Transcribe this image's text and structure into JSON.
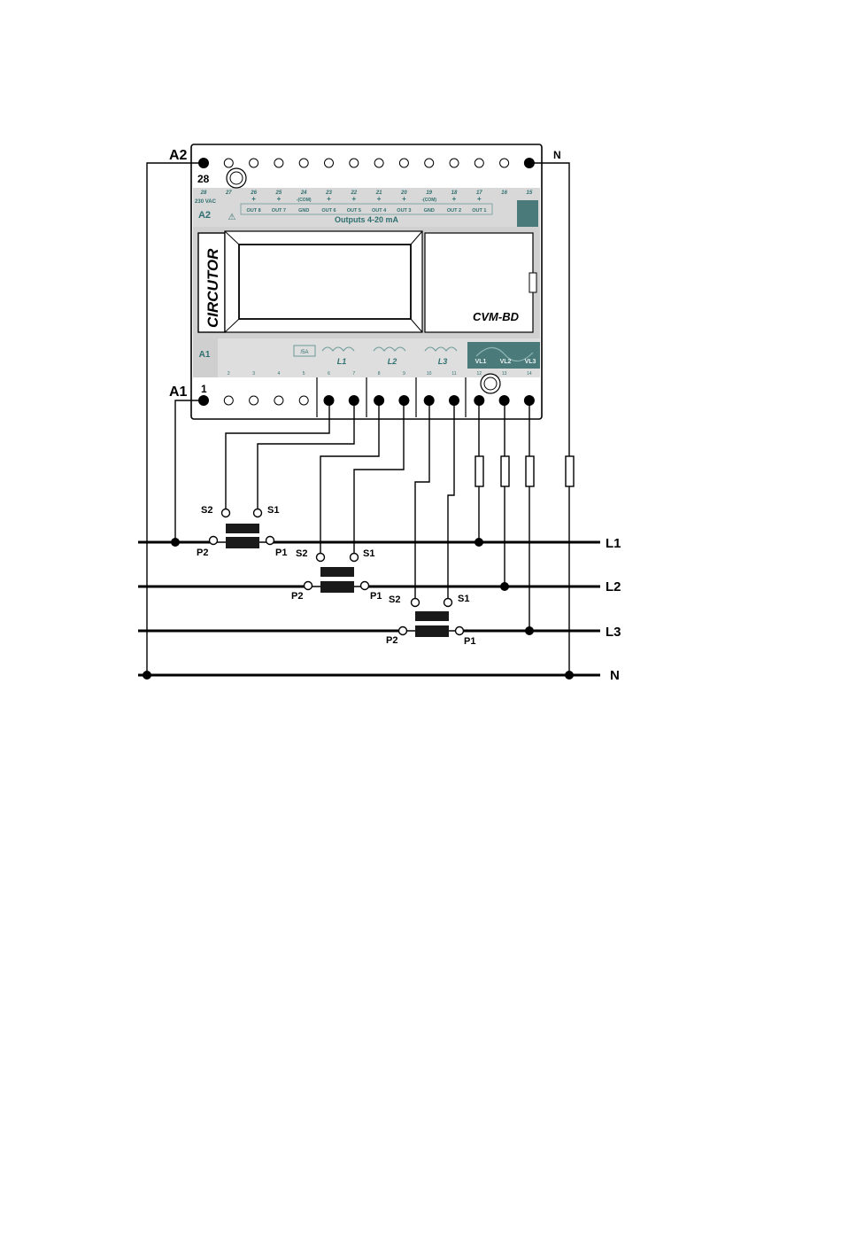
{
  "device": {
    "model": "CVM-BD",
    "brand": "CIRCUTOR",
    "top_terminal_nums": [
      "28",
      "27",
      "26",
      "25",
      "24",
      "23",
      "22",
      "21",
      "20",
      "19",
      "18",
      "17",
      "16",
      "15"
    ],
    "top_terminal_signs": [
      "",
      "",
      "+",
      "+",
      "-(COM)",
      "+",
      "+",
      "+",
      "+",
      "-(COM)",
      "+",
      "+",
      "",
      ""
    ],
    "top_terminal_names": [
      "",
      "",
      "OUT 8",
      "OUT 7",
      "GND",
      "OUT 6",
      "OUT 5",
      "OUT 4",
      "OUT 3",
      "GND",
      "OUT 2",
      "OUT 1",
      "",
      ""
    ],
    "supply_label": "230 VAC",
    "supply_terminal_label": "A2",
    "outputs_title": "Outputs 4-20 mA",
    "bottom_supply_label": "A1",
    "bottom_terminal_nums": [
      "1",
      "2",
      "3",
      "4",
      "5",
      "6",
      "7",
      "8",
      "9",
      "10",
      "11",
      "12",
      "13",
      "14"
    ],
    "ct_labels": [
      "L1",
      "L2",
      "L3"
    ],
    "voltage_labels": [
      "VL1",
      "VL2",
      "VL3"
    ],
    "ct_rating": "/5A"
  },
  "diagram": {
    "label_a2": "A2",
    "label_28": "28",
    "label_a1": "A1",
    "label_1": "1",
    "label_n_top": "N",
    "line_labels": [
      "L1",
      "L2",
      "L3",
      "N"
    ],
    "transformers": [
      {
        "s2": "S2",
        "s1": "S1",
        "p2": "P2",
        "p1": "P1"
      },
      {
        "s2": "S2",
        "s1": "S1",
        "p2": "P2",
        "p1": "P1"
      },
      {
        "s2": "S2",
        "s1": "S1",
        "p2": "P2",
        "p1": "P1"
      }
    ]
  },
  "colors": {
    "panel": "#d6d6d6",
    "panel_dark": "#4a7a7a",
    "teal_text": "#2f6f6f",
    "wire": "#000000"
  }
}
